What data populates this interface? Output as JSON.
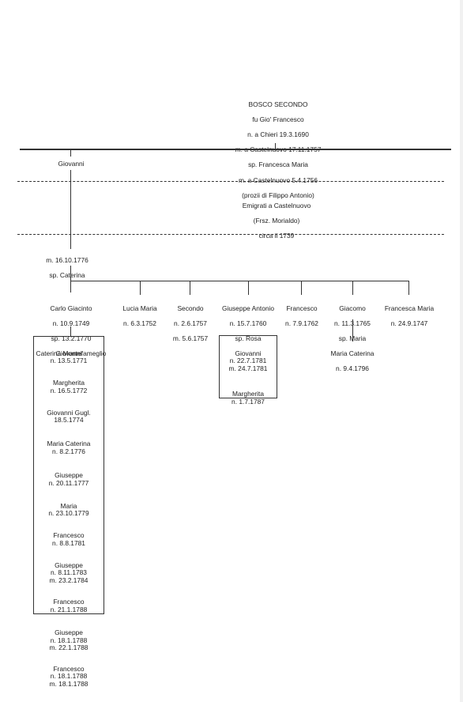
{
  "root": {
    "name": "BOSCO SECONDO",
    "father": "fu Gio' Francesco",
    "birth": "n. a Chieri 19.3.1690",
    "death": "m. a Castelnuovo 17.11.1757",
    "spouse": "sp. Francesca Maria",
    "spouse_death": "m. a Castelnuovo 5.4.1756",
    "spouse_origin": "(prozii di Filippo Antonio)"
  },
  "giovanni": "Giovanni",
  "emigration": {
    "line1": "Emigrati a Castelnuovo",
    "line2": "(Frsz. Morialdo)",
    "line3": "circa il 1739"
  },
  "giovanni_death": "m. 16.10.1776",
  "giovanni_spouse": "sp. Caterina",
  "children": [
    {
      "name": "Carlo Giacinto",
      "l1": "n. 10.9.1749",
      "l2": "sp. 13.2.1770",
      "l3": "Caterina Montefameglio"
    },
    {
      "name": "Lucia Maria",
      "l1": "n. 6.3.1752"
    },
    {
      "name": "Secondo",
      "l1": "n. 2.6.1757",
      "l2": "m. 5.6.1757"
    },
    {
      "name": "Giuseppe Antonio",
      "l1": "n. 15.7.1760",
      "l2": "sp. Rosa"
    },
    {
      "name": "Francesco",
      "l1": "n. 7.9.1762"
    },
    {
      "name": "Giacomo",
      "l1": "n. 11.3.1765",
      "l2": "sp. Maria"
    },
    {
      "name": "Francesca Maria",
      "l1": "n. 24.9.1747"
    }
  ],
  "carlo_children": [
    {
      "name": "Giovanni",
      "l1": "n. 13.5.1771"
    },
    {
      "name": "Margherita",
      "l1": "n. 16.5.1772"
    },
    {
      "name": "Giovanni Gugl.",
      "l1": "18.5.1774"
    },
    {
      "name": "Maria Caterina",
      "l1": "n. 8.2.1776"
    },
    {
      "name": "Giuseppe",
      "l1": "n. 20.11.1777"
    },
    {
      "name": "Maria",
      "l1": "n. 23.10.1779"
    },
    {
      "name": "Francesco",
      "l1": "n. 8.8.1781"
    },
    {
      "name": "Giuseppe",
      "l1": "n. 8.11.1783",
      "l2": "m. 23.2.1784"
    },
    {
      "name": "Francesco",
      "l1": "n. 21.1.1788"
    },
    {
      "name": "Giuseppe",
      "l1": "n. 18.1.1788",
      "l2": "m. 22.1.1788"
    },
    {
      "name": "Francesco",
      "l1": "n. 18.1.1788",
      "l2": "m. 18.1.1788"
    }
  ],
  "giuseppe_children": [
    {
      "name": "Giovanni",
      "l1": "n. 22.7.1781",
      "l2": "m. 24.7.1781"
    },
    {
      "name": "Margherita",
      "l1": "n. 1.7.1787"
    }
  ],
  "giacomo_child": {
    "name": "Maria Caterina",
    "l1": "n. 9.4.1796"
  }
}
